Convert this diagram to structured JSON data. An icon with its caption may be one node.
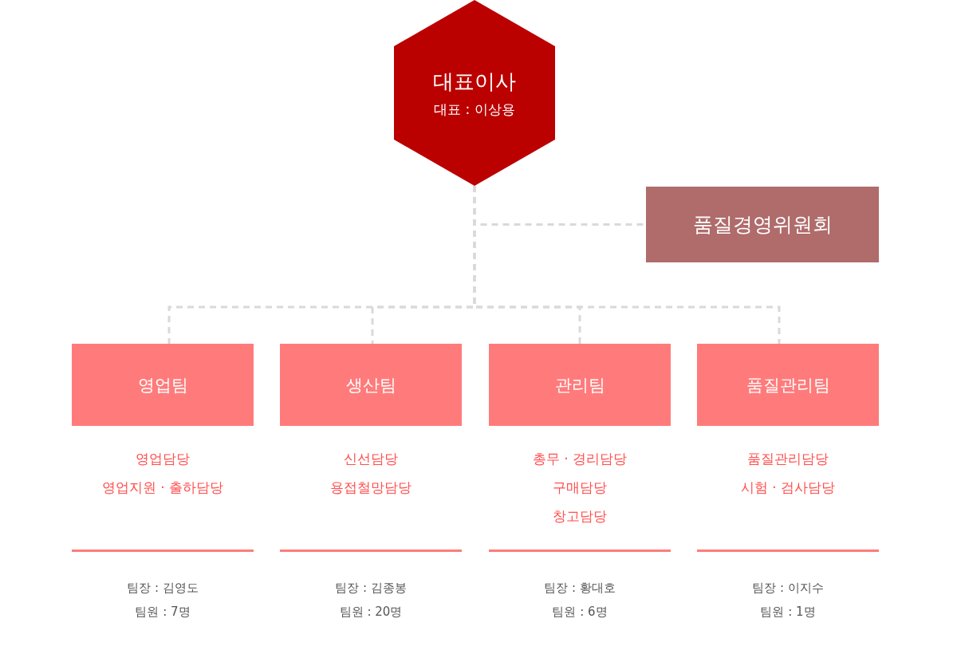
{
  "diagram": {
    "nodes": [
      {
        "text": [
          "대표이사",
          "대표 : 이상용"
        ]
      },
      {
        "text": [
          "품질경영위원회"
        ]
      },
      {
        "text": [
          "영업팀"
        ],
        "beside": [
          "영업담당",
          "영업지원 · 출하담당",
          "팀장 : 김영도",
          "팀원 : 7명"
        ]
      },
      {
        "text": [
          "생산팀"
        ],
        "beside": [
          "신선담당",
          "용접철망담당",
          "팀장 : 김종봉",
          "팀원 : 20명"
        ]
      },
      {
        "text": [
          "관리팀"
        ],
        "beside": [
          "총무 · 경리담당",
          "구매담당",
          "창고담당",
          "팀장 : 황대호",
          "팀원 : 6명"
        ]
      },
      {
        "text": [
          "품질관리팀"
        ],
        "beside": [
          "품질관리담당",
          "시험 · 검사담당",
          "팀장 : 이지수",
          "팀원 : 1명"
        ]
      }
    ],
    "edges": [
      {
        "from": 0,
        "to": 1,
        "arrow": "none",
        "style": "dashed"
      },
      {
        "from": 0,
        "to": 2,
        "arrow": "none",
        "style": "dashed"
      },
      {
        "from": 0,
        "to": 3,
        "arrow": "none",
        "style": "dashed"
      },
      {
        "from": 0,
        "to": 4,
        "arrow": "none",
        "style": "dashed"
      },
      {
        "from": 0,
        "to": 5,
        "arrow": "none",
        "style": "dashed"
      }
    ]
  }
}
